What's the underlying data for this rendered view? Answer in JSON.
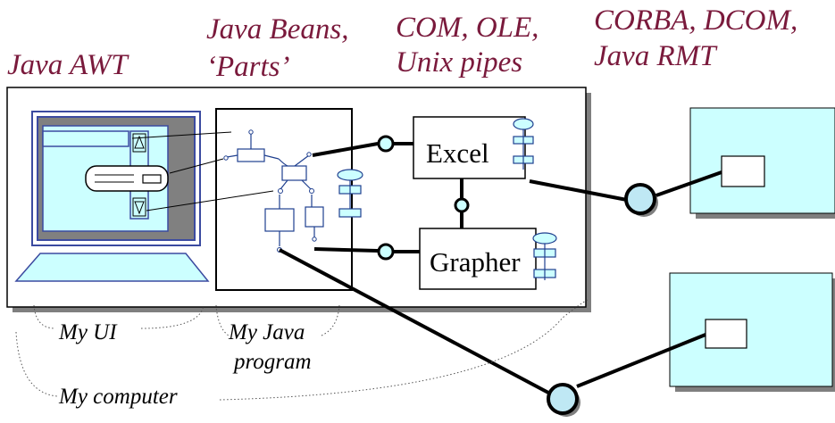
{
  "headings": {
    "awt": "Java AWT",
    "beans_line1": "Java Beans,",
    "beans_line2": "‘Parts’",
    "com_line1": "COM, OLE,",
    "com_line2": "Unix pipes",
    "corba_line1": "CORBA, DCOM,",
    "corba_line2": "Java RMT"
  },
  "components": {
    "excel": "Excel",
    "grapher": "Grapher"
  },
  "labels": {
    "my_ui": "My UI",
    "my_java_line1": "My Java",
    "my_java_line2": "program",
    "my_computer": "My computer"
  },
  "colors": {
    "title": "#7a1a3c",
    "shadow": "#7f7f7f",
    "screen_border": "#3b4aa0",
    "screen_fill": "#808080",
    "light_cyan": "#ccffff",
    "connector_fill": "#bfe8f4",
    "wire_blue": "#1f3f8f"
  }
}
